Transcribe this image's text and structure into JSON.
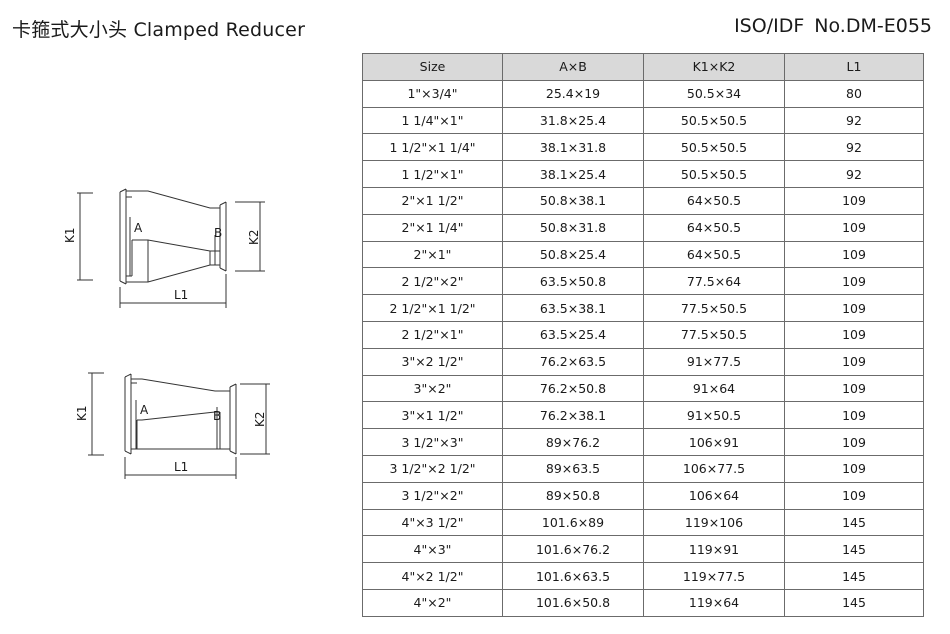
{
  "header": {
    "title": "卡箍式大小头  Clamped Reducer",
    "standard": "ISO/IDF    No.DM-E055"
  },
  "drawings": [
    {
      "labels": {
        "k1": "K1",
        "a": "A",
        "b": "B",
        "k2": "K2",
        "l1": "L1"
      }
    },
    {
      "labels": {
        "k1": "K1",
        "a": "A",
        "b": "B",
        "k2": "K2",
        "l1": "L1"
      }
    }
  ],
  "table": {
    "headers": [
      "Size",
      "A×B",
      "K1×K2",
      "L1"
    ],
    "rows": [
      [
        "1\"×3/4\"",
        "25.4×19",
        "50.5×34",
        "80"
      ],
      [
        "1 1/4\"×1\"",
        "31.8×25.4",
        "50.5×50.5",
        "92"
      ],
      [
        "1 1/2\"×1 1/4\"",
        "38.1×31.8",
        "50.5×50.5",
        "92"
      ],
      [
        "1 1/2\"×1\"",
        "38.1×25.4",
        "50.5×50.5",
        "92"
      ],
      [
        "2\"×1 1/2\"",
        "50.8×38.1",
        "64×50.5",
        "109"
      ],
      [
        "2\"×1 1/4\"",
        "50.8×31.8",
        "64×50.5",
        "109"
      ],
      [
        "2\"×1\"",
        "50.8×25.4",
        "64×50.5",
        "109"
      ],
      [
        "2 1/2\"×2\"",
        "63.5×50.8",
        "77.5×64",
        "109"
      ],
      [
        "2 1/2\"×1 1/2\"",
        "63.5×38.1",
        "77.5×50.5",
        "109"
      ],
      [
        "2 1/2\"×1\"",
        "63.5×25.4",
        "77.5×50.5",
        "109"
      ],
      [
        "3\"×2 1/2\"",
        "76.2×63.5",
        "91×77.5",
        "109"
      ],
      [
        "3\"×2\"",
        "76.2×50.8",
        "91×64",
        "109"
      ],
      [
        "3\"×1 1/2\"",
        "76.2×38.1",
        "91×50.5",
        "109"
      ],
      [
        "3 1/2\"×3\"",
        "89×76.2",
        "106×91",
        "109"
      ],
      [
        "3 1/2\"×2 1/2\"",
        "89×63.5",
        "106×77.5",
        "109"
      ],
      [
        "3 1/2\"×2\"",
        "89×50.8",
        "106×64",
        "109"
      ],
      [
        "4\"×3 1/2\"",
        "101.6×89",
        "119×106",
        "145"
      ],
      [
        "4\"×3\"",
        "101.6×76.2",
        "119×91",
        "145"
      ],
      [
        "4\"×2 1/2\"",
        "101.6×63.5",
        "119×77.5",
        "145"
      ],
      [
        "4\"×2\"",
        "101.6×50.8",
        "119×64",
        "145"
      ]
    ]
  }
}
